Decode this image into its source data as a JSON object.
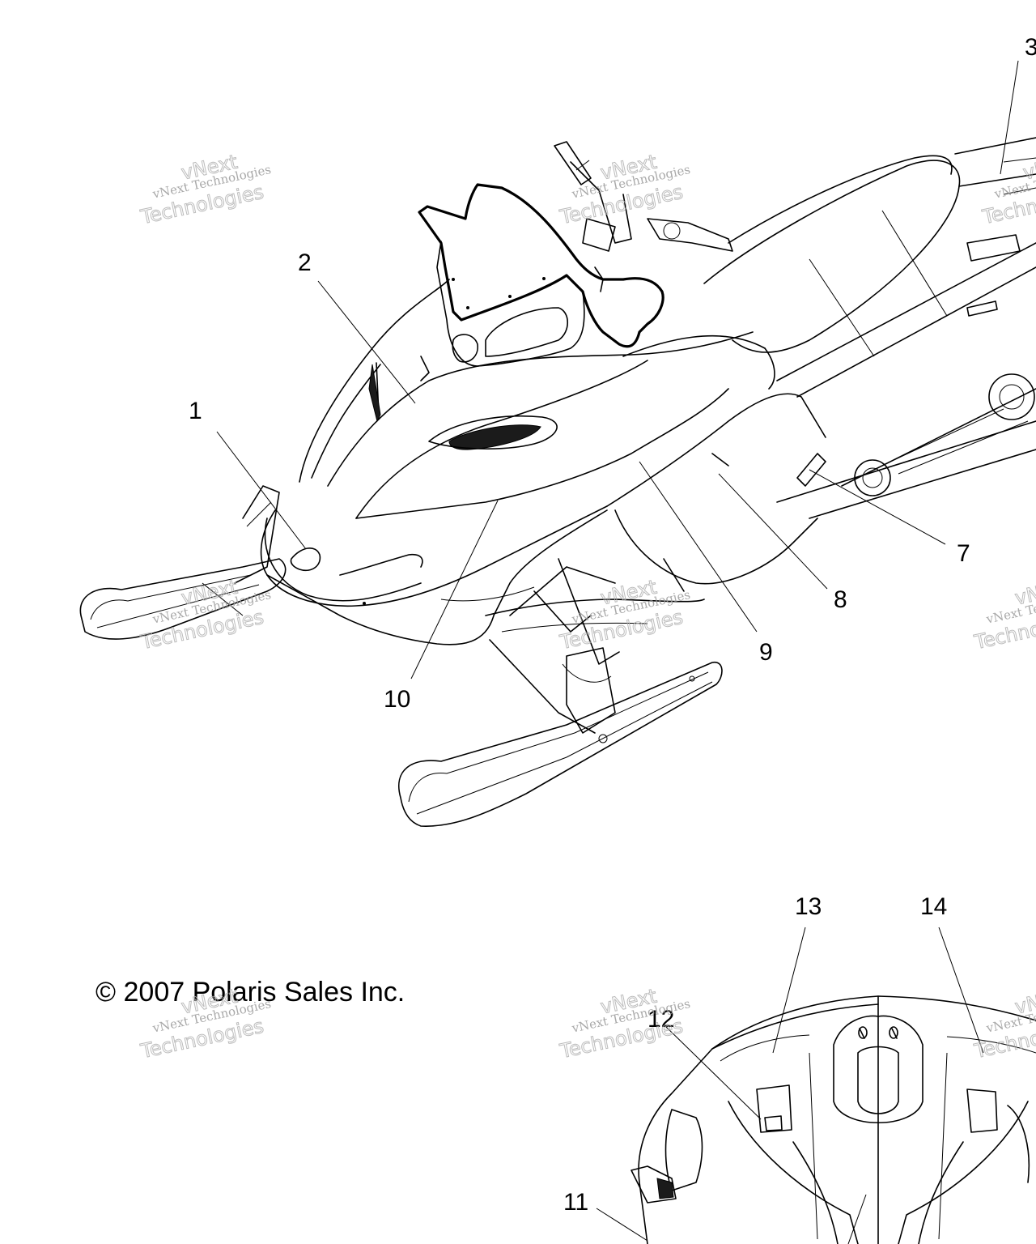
{
  "copyright": "© 2007 Polaris Sales Inc.",
  "watermark": {
    "line1": "vNext Technologies",
    "line2": "vNext",
    "line3": "Technologies"
  },
  "callouts": {
    "c1": "1",
    "c2": "2",
    "c3": "3",
    "c7": "7",
    "c8": "8",
    "c9": "9",
    "c10": "10",
    "c11": "11",
    "c12": "12",
    "c13": "13",
    "c14": "14"
  }
}
